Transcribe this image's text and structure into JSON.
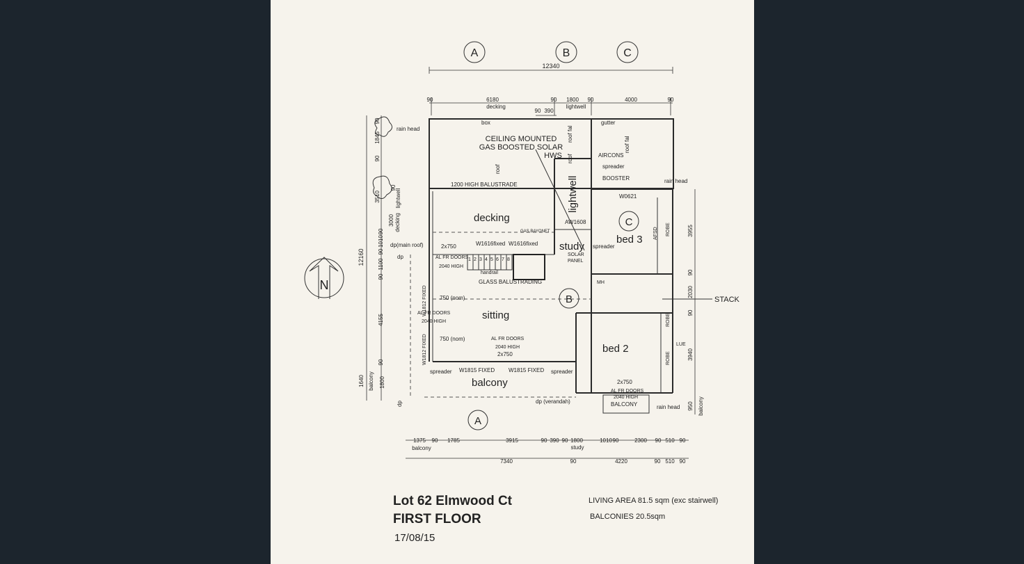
{
  "grid_bubbles": {
    "top": [
      "A",
      "B",
      "C"
    ],
    "plan_b": "B",
    "plan_c": "C",
    "bottom_a": "A"
  },
  "top_dims": {
    "overall": "12340",
    "row": [
      "90",
      "6180",
      "90",
      "1800",
      "90",
      "4000",
      "90"
    ],
    "decking": "decking",
    "lightwell": "lightwell",
    "small": [
      "90",
      "390"
    ]
  },
  "left_dims": {
    "overall": "12160",
    "items": [
      "90",
      "1845",
      "90",
      "3510",
      "90",
      "3000",
      "90",
      "1010",
      "90",
      "1100",
      "90",
      "4155",
      "90",
      "1800",
      "1640"
    ],
    "labels": [
      "lightwell",
      "decking",
      "balcony"
    ]
  },
  "right_dims": {
    "items": [
      "3955",
      "90",
      "2030",
      "90",
      "3940",
      "950"
    ],
    "label": "balcony"
  },
  "bottom_dims": {
    "row1": [
      "1375",
      "90",
      "1785",
      "3915",
      "90",
      "390",
      "90",
      "1800",
      "1010",
      "90",
      "2300",
      "90",
      "510",
      "90"
    ],
    "row1_labels": [
      "balcony",
      "study"
    ],
    "row2": [
      "7340",
      "90",
      "4220",
      "90",
      "510",
      "90"
    ]
  },
  "rooms": {
    "decking": "decking",
    "study": "study",
    "bed3": "bed 3",
    "sitting": "sitting",
    "bed2": "bed 2",
    "balcony": "balcony",
    "lightwell": "lightwell"
  },
  "notes": {
    "ceiling": [
      "CEILING MOUNTED",
      "GAS BOOSTED SOLAR",
      "HWS"
    ],
    "rain_head": "rain head",
    "box": "box",
    "gutter": "gutter",
    "roof": "roof",
    "roof_fall": "roof fal",
    "aircons": "AIRCONS",
    "spreader": "spreader",
    "booster": "BOOSTER",
    "w0621": "W0621",
    "balustrade": "1200 HIGH BALUSTRADE",
    "aw1608": "AW1608",
    "gas_bayonet": "GAS BAYONET",
    "dp_main_roof": "dp(main roof)",
    "dp": "dp",
    "door_2x750": "2x750",
    "w1616a": "W1616fixed",
    "w1616b": "W1616fixed",
    "al_fr_doors": "AL FR DOORS",
    "h2040": "2040 HIGH",
    "stairs": [
      "1",
      "2",
      "3",
      "4",
      "5",
      "6",
      "7",
      "8"
    ],
    "handrail": "handrail",
    "glass_balustrading": "GLASS BALUSTRADING",
    "solar_panel": [
      "SOLAR",
      "PANEL"
    ],
    "mh": "MH",
    "robe": "ROBE",
    "afsd": "AFSD",
    "stack": "STACK",
    "w1812": "W1812 FIXED",
    "nom750": "750 (nom)",
    "al_fr_doors_2040": [
      "AL FR DOORS",
      "2040 HIGH"
    ],
    "sitting_doors": [
      "AL FR DOORS",
      "2040 HIGH",
      "2x750"
    ],
    "w1815": "W1815 FIXED",
    "lue": "LUE",
    "bed2_doors": [
      "2x750",
      "AL FR DOORS",
      "2040 HIGH"
    ],
    "balcony_small": "BALCONY",
    "dp_verandah": "dp (verandah)",
    "rain_head_b": "rain head"
  },
  "north": "N",
  "title_block": {
    "lot": "Lot 62 Elmwood Ct",
    "floor": "FIRST FLOOR",
    "date": "17/08/15",
    "living_area": "LIVING AREA 81.5 sqm (exc stairwell)",
    "balconies": "BALCONIES  20.5sqm"
  }
}
